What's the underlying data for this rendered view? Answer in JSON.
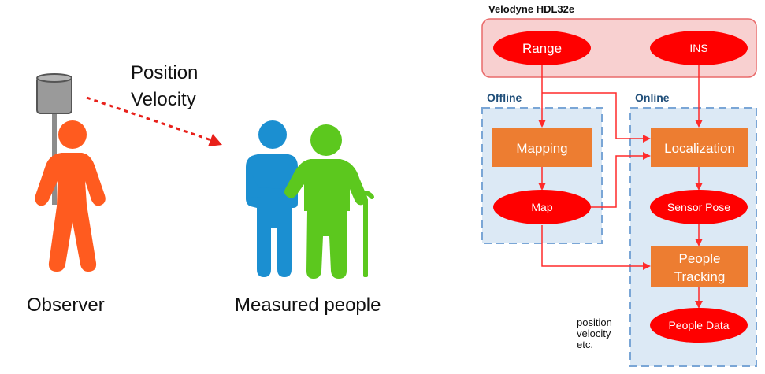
{
  "left_scene": {
    "observer_label": "Observer",
    "people_label": "Measured people",
    "measure_lines": [
      "Position",
      "Velocity"
    ],
    "colors": {
      "observer": "#ff5b1f",
      "person_blue": "#1b8fd1",
      "person_green": "#5cc81e",
      "arrow": "#e8201a"
    }
  },
  "pipeline": {
    "sensor_box_title": "Velodyne HDL32e",
    "offline_title": "Offline",
    "online_title": "Online",
    "nodes": {
      "range": "Range",
      "ins": "INS",
      "mapping": "Mapping",
      "map": "Map",
      "localization": "Localization",
      "sensor_pose": "Sensor Pose",
      "people_tracking_line1": "People",
      "people_tracking_line2": "Tracking",
      "people_data": "People Data"
    },
    "output_note": [
      "position",
      "velocity",
      "etc."
    ],
    "colors": {
      "ellipse": "#ff0000",
      "process": "#ed7d31",
      "sensor_fill": "#f8d0d0",
      "sensor_border": "#e96a6a",
      "panel_fill": "#dce9f5",
      "panel_border": "#7aa6d6",
      "arrow": "#ff2a2a"
    }
  }
}
